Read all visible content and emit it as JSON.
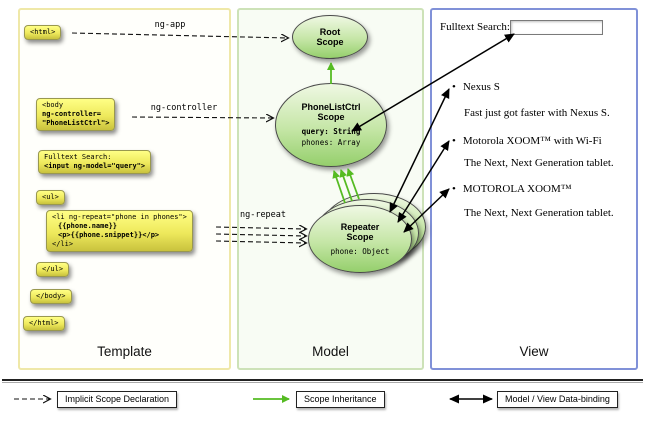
{
  "columns": {
    "template": {
      "label": "Template"
    },
    "model": {
      "label": "Model"
    },
    "view": {
      "label": "View"
    }
  },
  "template": {
    "snippets": [
      {
        "name": "html-open",
        "lines": [
          "<html>"
        ]
      },
      {
        "name": "body-open",
        "lines": [
          "<body",
          "ng-controller=",
          "\"PhoneListCtrl\">"
        ]
      },
      {
        "name": "fulltext-search",
        "lines": [
          "Fulltext Search:",
          "<input ng-model=\"query\">"
        ]
      },
      {
        "name": "ul-open",
        "lines": [
          "<ul>"
        ]
      },
      {
        "name": "li-repeat",
        "lines": [
          "<li ng-repeat=\"phone in phones\">",
          "{{phone.name}}",
          "<p>{{phone.snippet}}</p>",
          "</li>"
        ]
      },
      {
        "name": "ul-close",
        "lines": [
          "</ul>"
        ]
      },
      {
        "name": "body-close",
        "lines": [
          "</body>"
        ]
      },
      {
        "name": "html-close",
        "lines": [
          "</html>"
        ]
      }
    ]
  },
  "model": {
    "scopes": {
      "root": {
        "title": "Root Scope"
      },
      "phonelist": {
        "title": "PhoneListCtrl Scope",
        "props": [
          "query: String",
          "phones: Array"
        ]
      },
      "repeater": {
        "title": "Repeater Scope",
        "props": [
          "phone: Object"
        ]
      }
    }
  },
  "view": {
    "search_label": "Fulltext Search:",
    "search_value": "",
    "phones": [
      {
        "name": "Nexus S",
        "snippet": "Fast just got faster with Nexus S."
      },
      {
        "name": "Motorola XOOM™ with Wi-Fi",
        "snippet": "The Next, Next Generation tablet."
      },
      {
        "name": "MOTOROLA XOOM™",
        "snippet": "The Next, Next Generation tablet."
      }
    ]
  },
  "arrows": {
    "ng_app": "ng-app",
    "ng_controller": "ng-controller",
    "ng_repeat": "ng-repeat"
  },
  "legend": [
    {
      "type": "dashed",
      "label": "Implicit Scope Declaration"
    },
    {
      "type": "green",
      "label": "Scope Inheritance"
    },
    {
      "type": "databind",
      "label": "Model / View Data-binding"
    }
  ],
  "colors": {
    "code_box_yellow": "#f4ef5a",
    "scope_green": "#a9d880",
    "inheritance_green": "#55bb22",
    "template_border": "#efe8a8",
    "model_border": "#cde2b8",
    "view_border": "#8091d8"
  }
}
